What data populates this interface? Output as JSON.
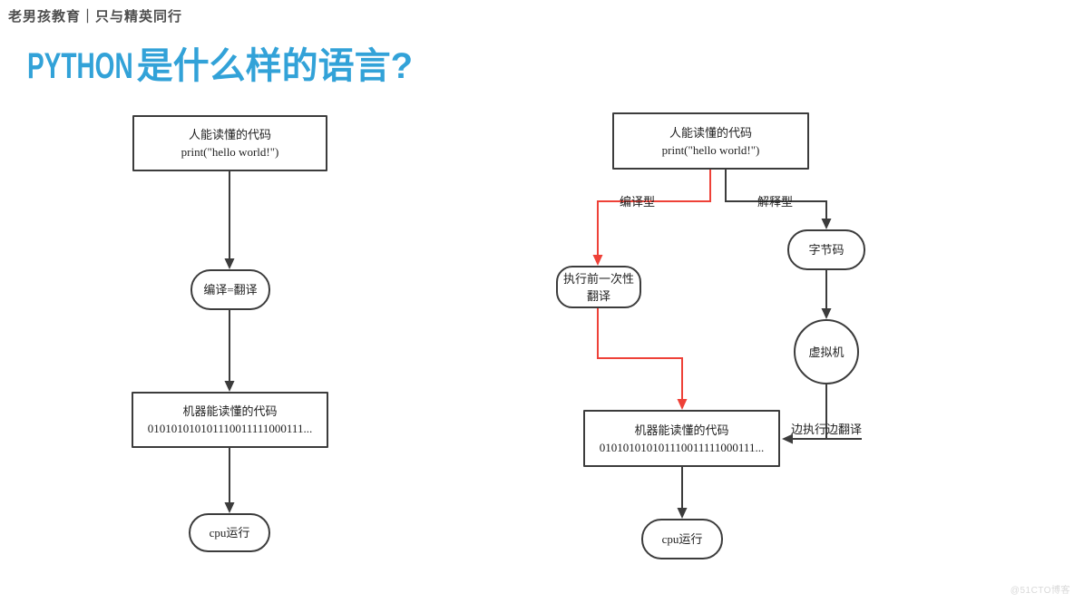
{
  "header": {
    "brand": "老男孩教育｜只与精英同行"
  },
  "title": {
    "en": "PYTHON",
    "zh": "是什么样的语言?"
  },
  "watermark": "@51CTO博客",
  "colors": {
    "title_blue": "#32a2d8",
    "arrow_red": "#ee4138",
    "line_dark": "#3c3c3c"
  },
  "left_flow": {
    "human_code": {
      "line1": "人能读懂的代码",
      "line2": "print(\"hello world!\")"
    },
    "compile": "编译=翻译",
    "machine_code": {
      "line1": "机器能读懂的代码",
      "line2": "010101010101110011111000111..."
    },
    "cpu": "cpu运行"
  },
  "right_flow": {
    "human_code": {
      "line1": "人能读懂的代码",
      "line2": "print(\"hello world!\")"
    },
    "edge_compiled": "编译型",
    "edge_interpreted": "解释型",
    "pre_translate": {
      "line1": "执行前一次性",
      "line2": "翻译"
    },
    "bytecode": "字节码",
    "vm": "虚拟机",
    "edge_translate_while_run": "边执行边翻译",
    "machine_code": {
      "line1": "机器能读懂的代码",
      "line2": "010101010101110011111000111..."
    },
    "cpu": "cpu运行"
  }
}
